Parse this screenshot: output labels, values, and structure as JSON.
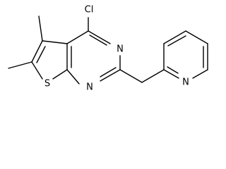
{
  "molecule": {
    "atoms": {
      "chlorine": "Cl",
      "nitrogen_pyrimidine_top": "N",
      "nitrogen_pyrimidine_bottom": "N",
      "sulfur": "S",
      "nitrogen_pyridine": "N"
    },
    "colors": {
      "bond": "#000000",
      "label": "#000000",
      "background": "#ffffff"
    }
  }
}
